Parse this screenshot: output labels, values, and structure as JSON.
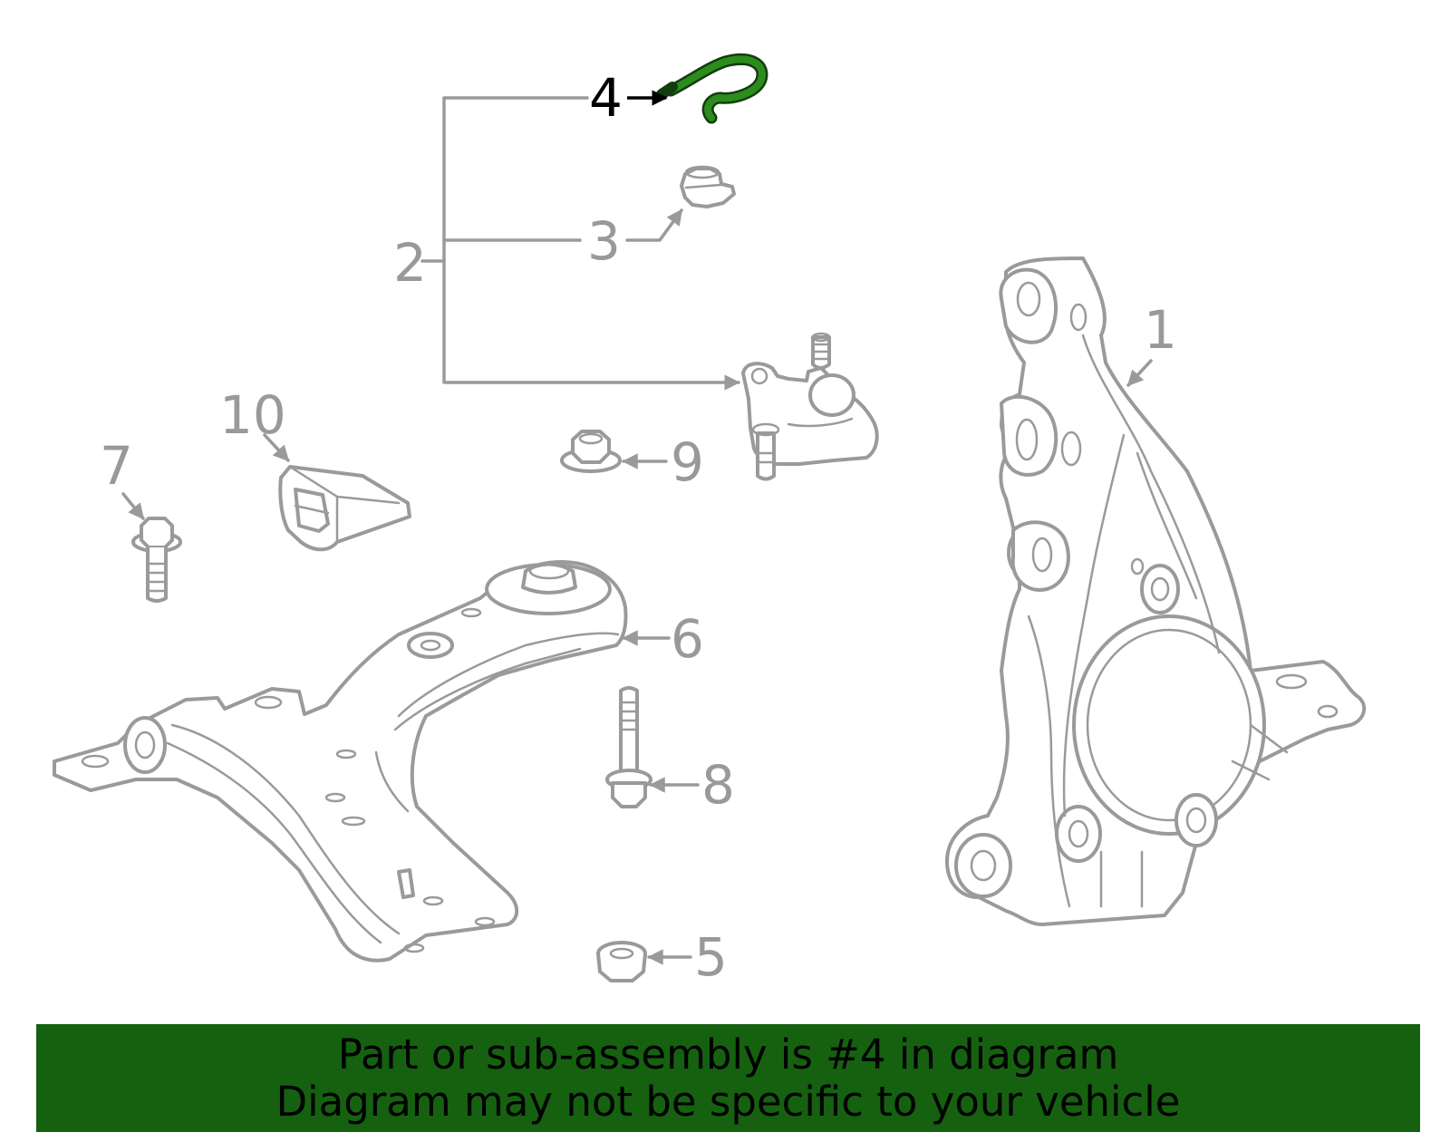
{
  "callouts": {
    "n1": "1",
    "n2": "2",
    "n3": "3",
    "n4": "4",
    "n5": "5",
    "n6": "6",
    "n7": "7",
    "n8": "8",
    "n9": "9",
    "n10": "10"
  },
  "highlight": {
    "part_number": "4",
    "color": "#1f6b14"
  },
  "banner": {
    "line1": "Part or sub-assembly is #4 in diagram",
    "line2": "Diagram may not be specific to your vehicle",
    "background": "#156110"
  }
}
